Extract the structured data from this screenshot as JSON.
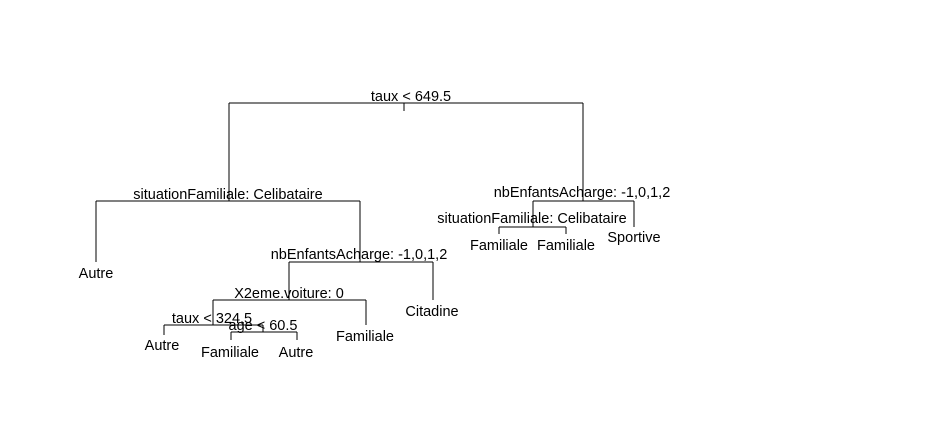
{
  "tree": {
    "split_labels": {
      "root": "taux < 649.5",
      "situation_left": "situationFamiliale: Celibataire",
      "nbenfants_left": "nbEnfantsAcharge: -1,0,1,2",
      "x2eme": "X2eme.voiture: 0",
      "taux_inner": "taux < 324.5",
      "age": "age < 60.5",
      "nbenfants_right": "nbEnfantsAcharge: -1,0,1,2",
      "situation_right": "situationFamiliale: Celibataire"
    },
    "leaf_labels": {
      "autre_1": "Autre",
      "autre_2": "Autre",
      "familiale_1": "Familiale",
      "autre_3": "Autre",
      "familiale_2": "Familiale",
      "citadine": "Citadine",
      "familiale_3": "Familiale",
      "familiale_4": "Familiale",
      "sportive": "Sportive"
    }
  }
}
